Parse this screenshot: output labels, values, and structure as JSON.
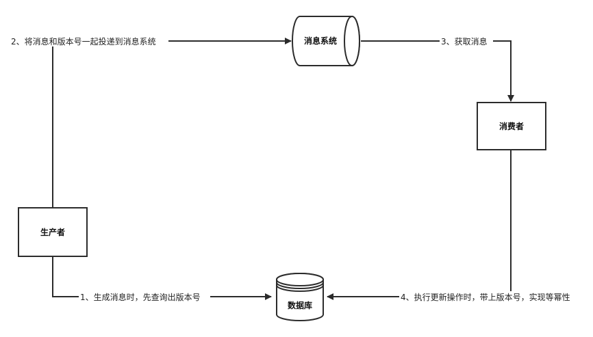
{
  "nodes": {
    "producer": "生产者",
    "mq": "消息系统",
    "consumer": "消费者",
    "db": "数据库"
  },
  "edges": {
    "e1": "1、生成消息时，先查询出版本号",
    "e2": "2、将消息和版本号一起投递到消息系统",
    "e3": "3、获取消息",
    "e4": "4、执行更新操作时，带上版本号，实现等幂性"
  },
  "colors": {
    "stroke": "#2b2b2b",
    "fill": "#ffffff",
    "text": "#222222"
  }
}
